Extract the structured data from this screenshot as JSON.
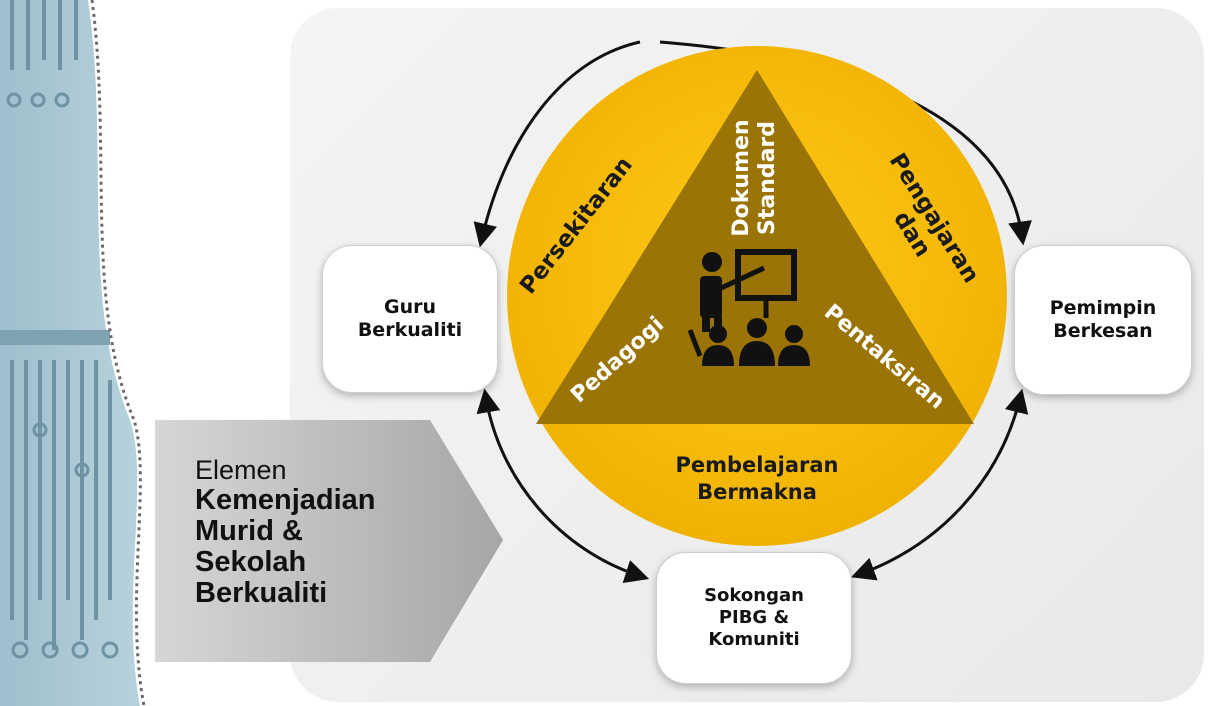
{
  "banner": {
    "prefix": "Elemen",
    "line1": "Kemenjadian",
    "line2": "Murid &",
    "line3": "Sekolah",
    "line4": "Berkualiti"
  },
  "circle": {
    "top_left_label": "Persekitaran",
    "top_right_label_1": "Pengajaran",
    "top_right_label_2": "dan",
    "bottom_label_1": "Pembelajaran",
    "bottom_label_2": "Bermakna"
  },
  "triangle": {
    "top_label_1": "Dokumen",
    "top_label_2": "Standard",
    "left_label": "Pedagogi",
    "right_label": "Pentaksiran"
  },
  "nodes": {
    "left": {
      "line1": "Guru",
      "line2": "Berkualiti"
    },
    "right": {
      "line1": "Pemimpin",
      "line2": "Berkesan"
    },
    "bottom": {
      "line1": "Sokongan",
      "line2": "PIBG &",
      "line3": "Komuniti"
    }
  },
  "colors": {
    "circle": "#f5b800",
    "triangle": "#9b7408",
    "panel_left": "#a9c9d6",
    "banner_arrow": "#b8b8b8"
  },
  "icons": [
    "teacher-presentation-icon",
    "circuit-board-pattern"
  ]
}
